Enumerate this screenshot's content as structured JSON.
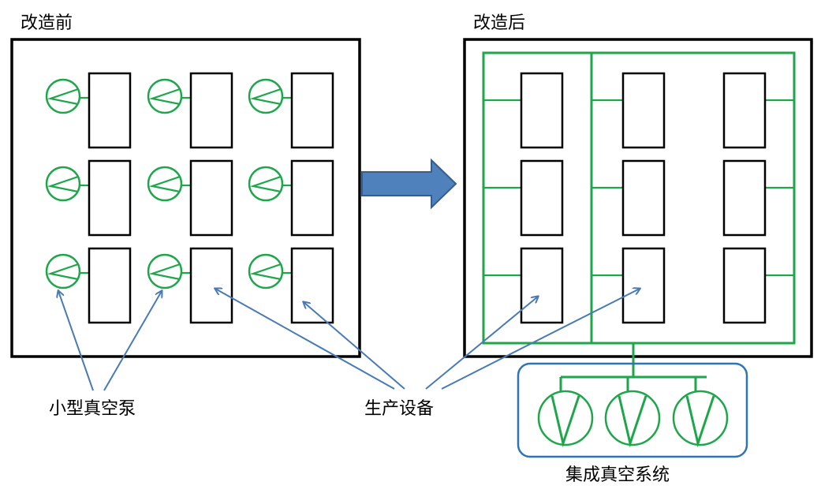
{
  "labels": {
    "before_title": "改造前",
    "after_title": "改造后",
    "small_pumps": "小型真空泵",
    "production_equipment": "生产设备",
    "integrated_system": "集成真空系统"
  },
  "colors": {
    "pipe_green": "#1ea64a",
    "arrow_blue": "#4a7ab5",
    "system_border_blue": "#2e75b6",
    "frame_black": "#000000"
  },
  "icons": {
    "pump": "vacuum-pump-icon",
    "transition_arrow": "right-arrow-icon"
  }
}
